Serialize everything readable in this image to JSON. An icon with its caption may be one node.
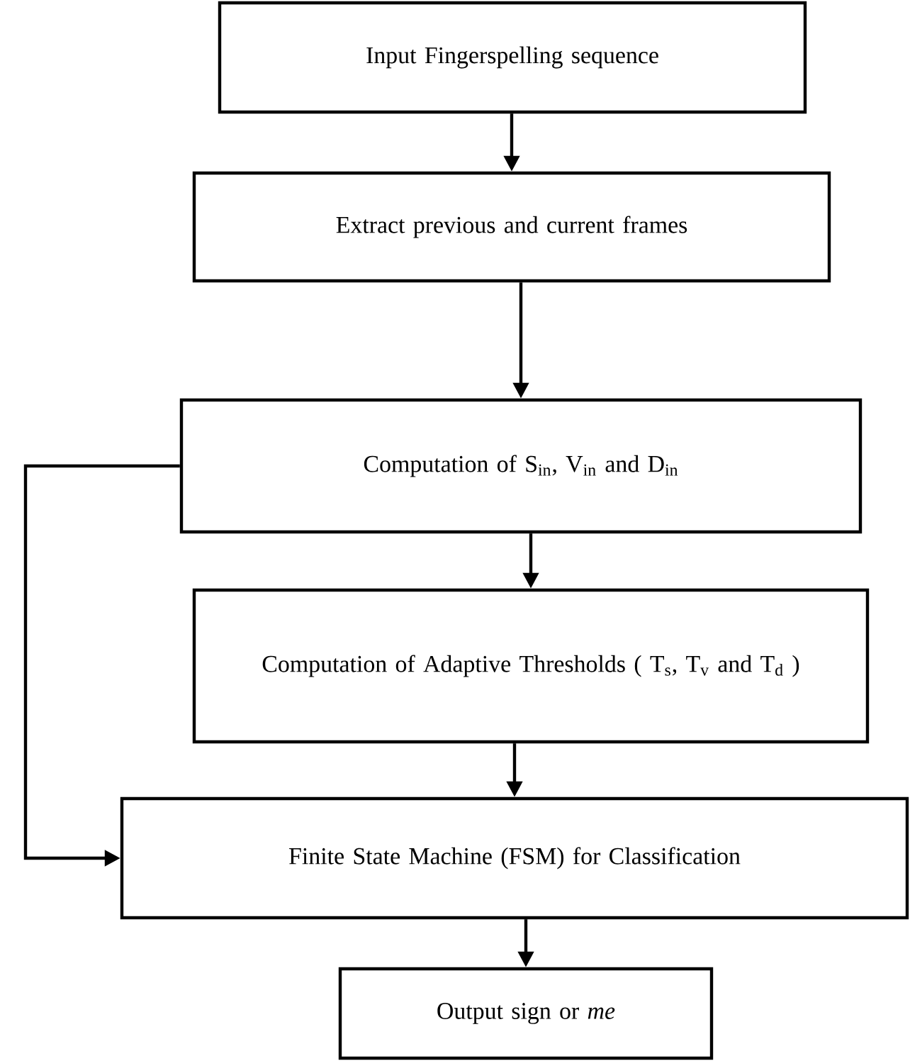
{
  "diagram": {
    "nodes": [
      {
        "text": [
          "Input Fingerspelling sequence"
        ]
      },
      {
        "text": [
          "Extract previous and current frames"
        ]
      },
      {
        "text": [
          "Computation of S$_{in}$, V$_{in}$ and D$_{in}$"
        ]
      },
      {
        "text": [
          "Computation of Adaptive Thresholds ( T$_{s}$, T$_{v}$ and T$_{d}$ )"
        ]
      },
      {
        "text": [
          "Finite State Machine (FSM) for Classification"
        ]
      },
      {
        "text": [
          "Output  sign or *me*"
        ]
      }
    ],
    "edges": [
      {
        "from": 0,
        "to": 1,
        "arrow": "to"
      },
      {
        "from": 1,
        "to": 2,
        "arrow": "to"
      },
      {
        "from": 2,
        "to": 3,
        "arrow": "to"
      },
      {
        "from": 3,
        "to": 4,
        "arrow": "to"
      },
      {
        "from": 4,
        "to": 5,
        "arrow": "to"
      },
      {
        "from": 2,
        "to": 4,
        "arrow": "to"
      }
    ]
  }
}
